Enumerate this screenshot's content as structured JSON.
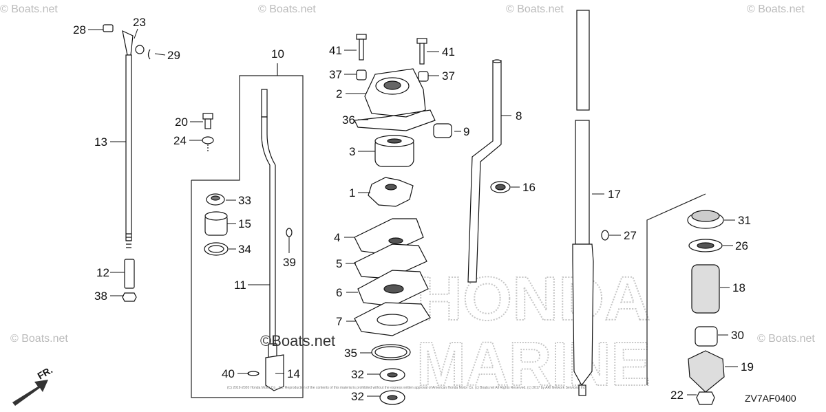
{
  "diagram": {
    "ref_code": "ZV7AF0400",
    "direction_label": "FR.",
    "copyright_text": "(C) 2019-2020 Honda Motor Co., Inc. Reproduction of the contents of this material is prohibited without the express written approval of American Honda Motor Co. (c) Boats.net All Rights Reserved. (c) 2017 by ARI Network Services, Inc.",
    "brand_watermark": [
      "HONDA",
      "MARINE"
    ],
    "site_watermark": "© Boats.net",
    "center_watermark": "©Boats.net",
    "part_labels": [
      "1",
      "2",
      "3",
      "4",
      "5",
      "6",
      "7",
      "8",
      "9",
      "10",
      "11",
      "12",
      "13",
      "14",
      "15",
      "16",
      "17",
      "18",
      "19",
      "20",
      "22",
      "23",
      "24",
      "26",
      "27",
      "28",
      "29",
      "30",
      "31",
      "32",
      "32",
      "33",
      "34",
      "35",
      "36",
      "37",
      "37",
      "38",
      "39",
      "40",
      "41",
      "41"
    ]
  }
}
